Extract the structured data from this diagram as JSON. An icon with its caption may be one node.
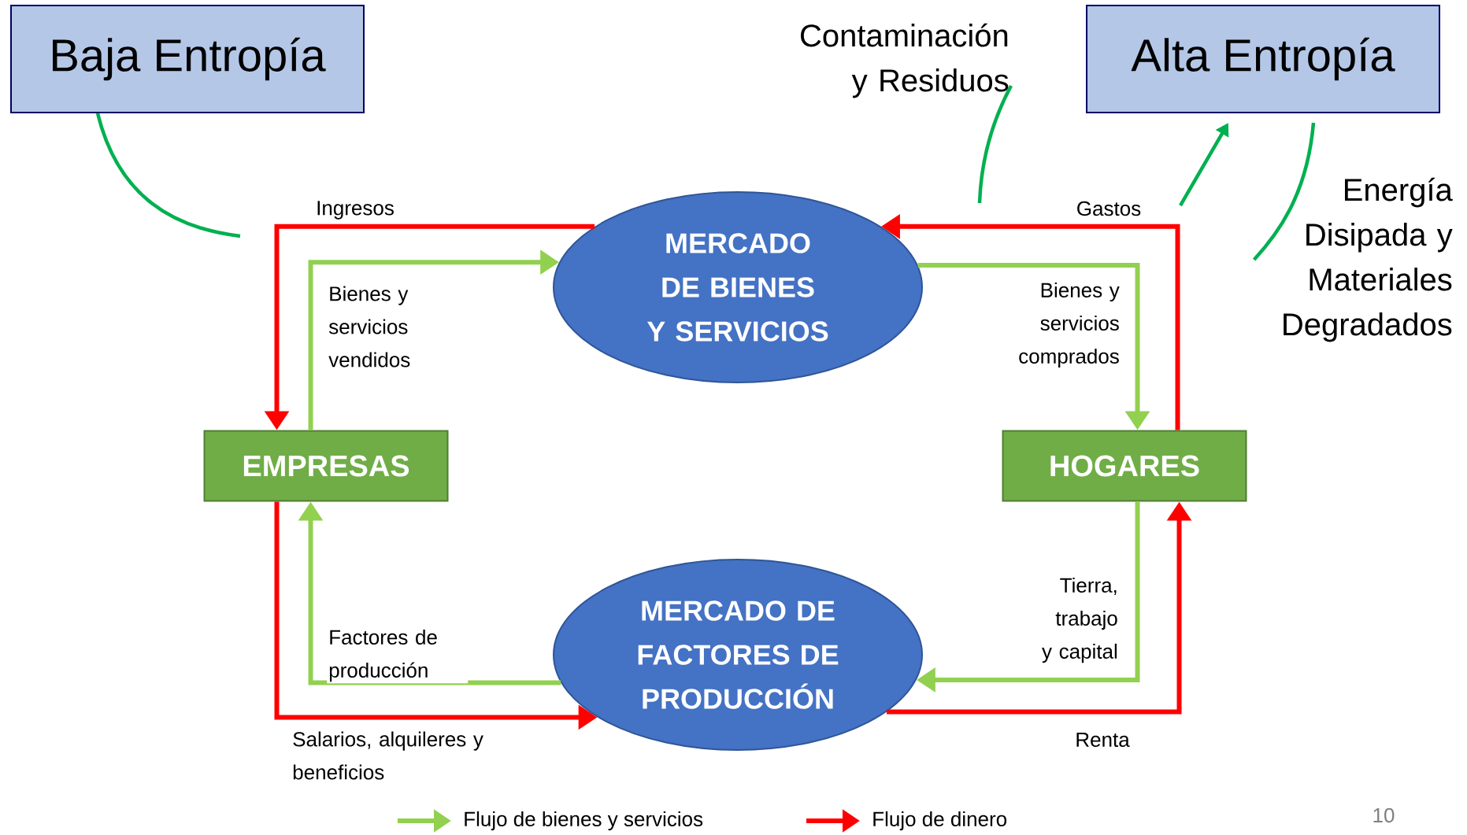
{
  "diagram": {
    "nodes": [
      {
        "text": [
          "Baja Entropía"
        ]
      },
      {
        "text": [
          "Alta Entropía"
        ]
      },
      {
        "text": [
          "Contaminación y Residuos"
        ]
      },
      {
        "text": [
          "Energía Disipada y Materiales Degradados"
        ]
      },
      {
        "text": [
          "MERCADO DE BIENES Y SERVICIOS"
        ]
      },
      {
        "text": [
          "EMPRESAS"
        ]
      },
      {
        "text": [
          "HOGARES"
        ]
      },
      {
        "text": [
          "MERCADO DE FACTORES DE PRODUCCIÓN"
        ]
      }
    ],
    "edges": [
      {
        "from": 4,
        "to": 5,
        "arrow": "to",
        "label": "Ingresos",
        "color": "#ff0000"
      },
      {
        "from": 5,
        "to": 4,
        "arrow": "to",
        "label": "Bienes y servicios vendidos",
        "color": "#92d050"
      },
      {
        "from": 6,
        "to": 4,
        "arrow": "to",
        "label": "Gastos",
        "color": "#ff0000"
      },
      {
        "from": 4,
        "to": 6,
        "arrow": "to",
        "label": "Bienes y servicios comprados",
        "color": "#92d050"
      },
      {
        "from": 6,
        "to": 7,
        "arrow": "to",
        "label": "Tierra, trabajo y capital",
        "color": "#92d050"
      },
      {
        "from": 7,
        "to": 6,
        "arrow": "to",
        "label": "Renta",
        "color": "#ff0000"
      },
      {
        "from": 7,
        "to": 5,
        "arrow": "to",
        "label": "Factores de producción",
        "color": "#92d050"
      },
      {
        "from": 5,
        "to": 7,
        "arrow": "to",
        "label": "Salarios, alquileres y beneficios",
        "color": "#ff0000"
      },
      {
        "from": 0,
        "to": null,
        "arrow": "none",
        "color": "#00b050"
      },
      {
        "from": 2,
        "to": null,
        "arrow": "none",
        "color": "#00b050"
      },
      {
        "from": null,
        "to": 1,
        "arrow": "to",
        "color": "#00b050"
      },
      {
        "from": 1,
        "to": 3,
        "arrow": "none",
        "color": "#00b050"
      }
    ],
    "labels": [
      "10"
    ],
    "legend": [
      {
        "text": "Flujo de bienes y servicios"
      },
      {
        "text": "Flujo de dinero"
      }
    ]
  }
}
